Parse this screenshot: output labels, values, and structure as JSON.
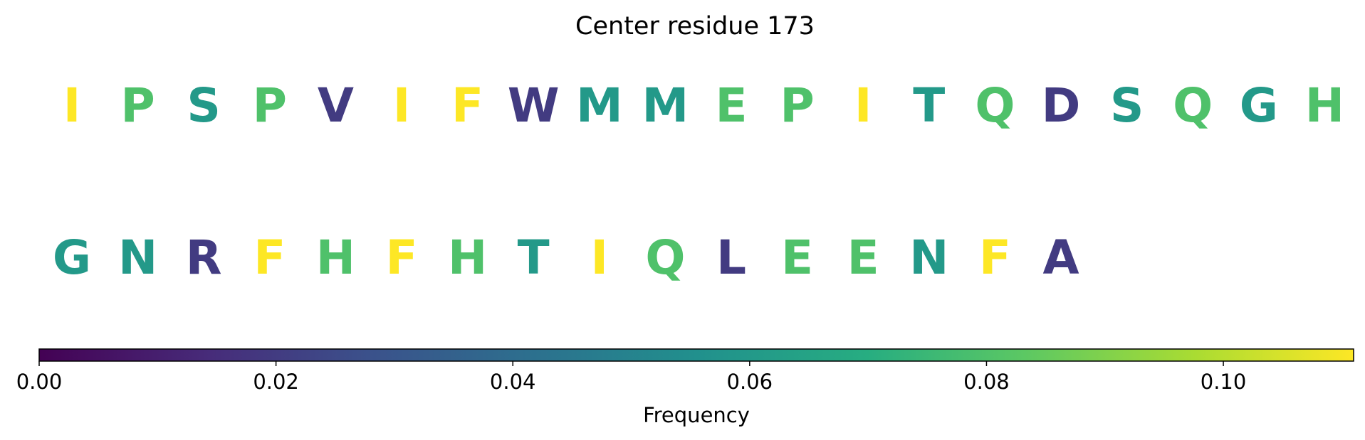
{
  "chart_data": {
    "type": "sequence-logo",
    "title": "Center residue 173",
    "residues": [
      {
        "letter": "I",
        "frequency": 0.111
      },
      {
        "letter": "P",
        "frequency": 0.08
      },
      {
        "letter": "S",
        "frequency": 0.06
      },
      {
        "letter": "P",
        "frequency": 0.08
      },
      {
        "letter": "V",
        "frequency": 0.02
      },
      {
        "letter": "I",
        "frequency": 0.111
      },
      {
        "letter": "F",
        "frequency": 0.111
      },
      {
        "letter": "W",
        "frequency": 0.02
      },
      {
        "letter": "M",
        "frequency": 0.06
      },
      {
        "letter": "M",
        "frequency": 0.06
      },
      {
        "letter": "E",
        "frequency": 0.08
      },
      {
        "letter": "P",
        "frequency": 0.08
      },
      {
        "letter": "I",
        "frequency": 0.111
      },
      {
        "letter": "T",
        "frequency": 0.06
      },
      {
        "letter": "Q",
        "frequency": 0.08
      },
      {
        "letter": "D",
        "frequency": 0.02
      },
      {
        "letter": "S",
        "frequency": 0.06
      },
      {
        "letter": "Q",
        "frequency": 0.08
      },
      {
        "letter": "G",
        "frequency": 0.06
      },
      {
        "letter": "H",
        "frequency": 0.08
      },
      {
        "letter": "G",
        "frequency": 0.06
      },
      {
        "letter": "N",
        "frequency": 0.06
      },
      {
        "letter": "R",
        "frequency": 0.02
      },
      {
        "letter": "F",
        "frequency": 0.111
      },
      {
        "letter": "H",
        "frequency": 0.08
      },
      {
        "letter": "F",
        "frequency": 0.111
      },
      {
        "letter": "H",
        "frequency": 0.08
      },
      {
        "letter": "T",
        "frequency": 0.06
      },
      {
        "letter": "I",
        "frequency": 0.111
      },
      {
        "letter": "Q",
        "frequency": 0.08
      },
      {
        "letter": "L",
        "frequency": 0.02
      },
      {
        "letter": "E",
        "frequency": 0.08
      },
      {
        "letter": "E",
        "frequency": 0.08
      },
      {
        "letter": "N",
        "frequency": 0.06
      },
      {
        "letter": "F",
        "frequency": 0.111
      },
      {
        "letter": "A",
        "frequency": 0.02
      }
    ],
    "colorbar": {
      "label": "Frequency",
      "colormap": "viridis",
      "range": [
        0,
        0.111
      ],
      "ticks": [
        0.0,
        0.02,
        0.04,
        0.06,
        0.08,
        0.1
      ],
      "tick_labels": [
        "0.00",
        "0.02",
        "0.04",
        "0.06",
        "0.08",
        "0.10"
      ]
    }
  }
}
